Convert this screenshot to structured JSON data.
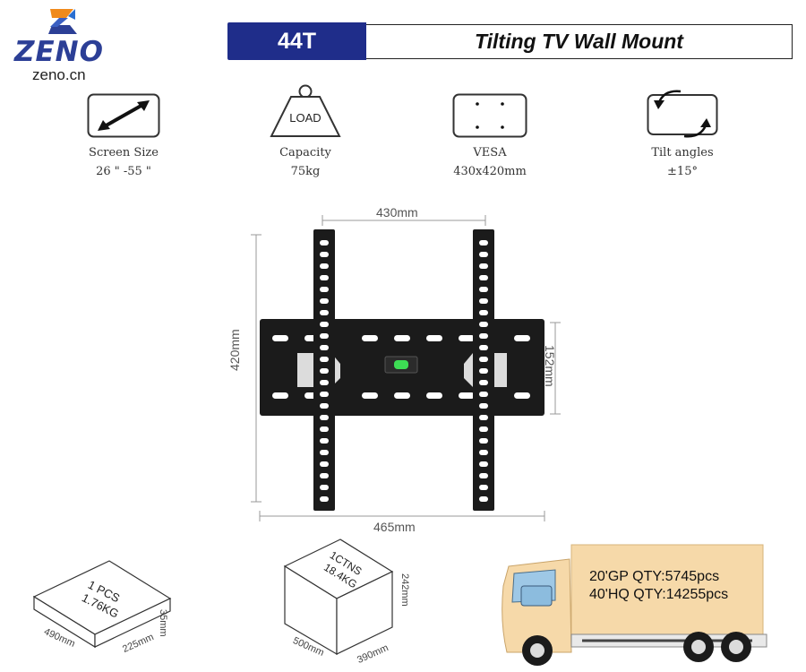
{
  "brand": {
    "name": "ZENO",
    "url": "zeno.cn"
  },
  "header": {
    "model": "44T",
    "title": "Tilting TV Wall Mount"
  },
  "specs": [
    {
      "icon": "diagonal-arrow-icon",
      "label": "Screen Size",
      "value": "26 \" -55 \""
    },
    {
      "icon": "load-weight-icon",
      "icon_text": "LOAD",
      "label": "Capacity",
      "value": "75kg"
    },
    {
      "icon": "vesa-pattern-icon",
      "label": "VESA",
      "value": "430x420mm"
    },
    {
      "icon": "tilt-arrows-icon",
      "label": "Tilt angles",
      "value": "±15°"
    }
  ],
  "dimensions": {
    "vesa_width": "430mm",
    "height": "420mm",
    "plate_height": "152mm",
    "overall_width": "465mm"
  },
  "packaging": {
    "inner_box": {
      "line1": "1 PCS",
      "line2": "1.76KG",
      "length": "490mm",
      "width": "225mm",
      "height": "35mm"
    },
    "carton": {
      "line1": "1CTNS",
      "line2": "18.4KG",
      "length": "500mm",
      "width": "390mm",
      "height": "242mm"
    },
    "shipping": {
      "gp20": "20'GP QTY:5745pcs",
      "hq40": "40'HQ QTY:14255pcs"
    }
  },
  "colors": {
    "brand_blue": "#1f2d8a",
    "logo_orange": "#f08a1c",
    "truck_cargo": "#f6d9a9",
    "mount_black": "#1b1b1b"
  }
}
